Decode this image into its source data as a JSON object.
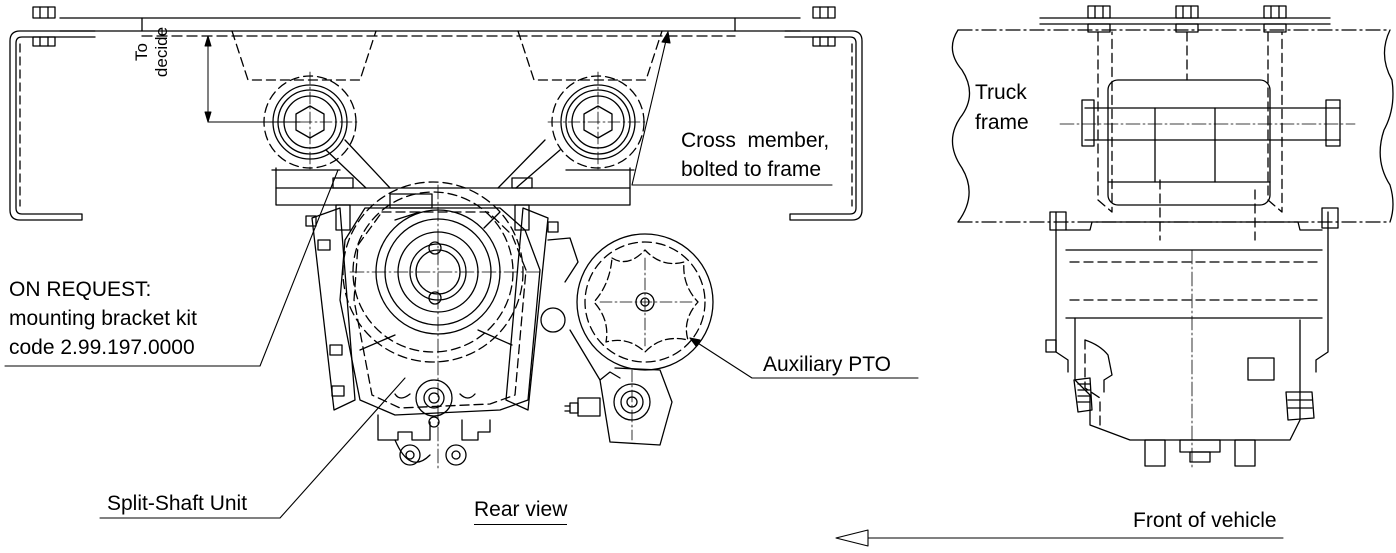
{
  "labels": {
    "to_decide": "To decide",
    "cross_member_line1": "Cross  member,",
    "cross_member_line2": "bolted to frame",
    "on_request_line1": "ON REQUEST:",
    "on_request_line2": "mounting bracket kit",
    "on_request_line3": "code 2.99.197.0000",
    "auxiliary_pto": "Auxiliary PTO",
    "split_shaft_unit": "Split-Shaft Unit",
    "rear_view": "Rear view",
    "truck_frame_line1": "Truck",
    "truck_frame_line2": "frame",
    "front_of_vehicle": "Front of vehicle"
  },
  "colors": {
    "line": "#000000",
    "background": "#ffffff"
  }
}
